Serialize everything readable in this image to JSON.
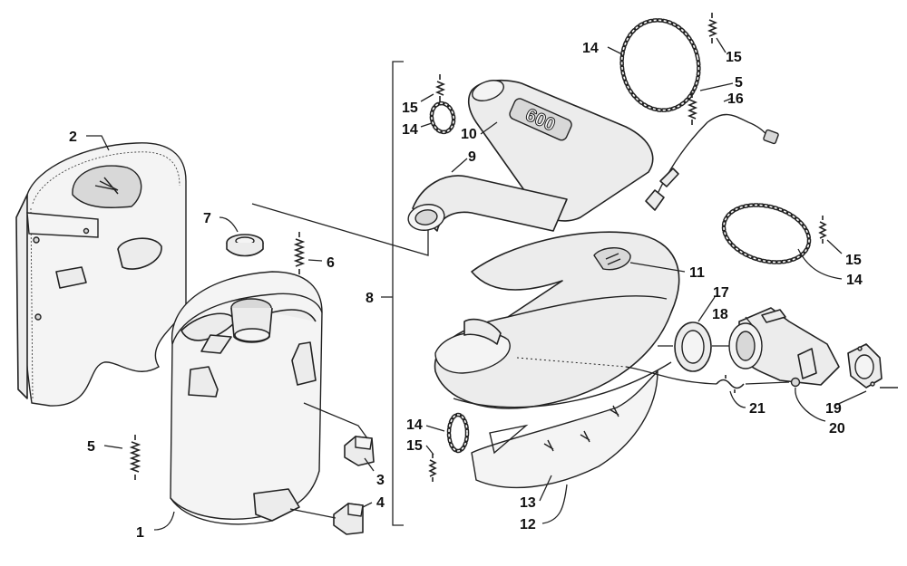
{
  "callouts": {
    "c1": "1",
    "c2": "2",
    "c3": "3",
    "c4": "4",
    "c5a": "5",
    "c5b": "5",
    "c6": "6",
    "c7": "7",
    "c8": "8",
    "c9": "9",
    "c10": "10",
    "c11": "11",
    "c12": "12",
    "c13": "13",
    "c14a": "14",
    "c14b": "14",
    "c14c": "14",
    "c14d": "14",
    "c15a": "15",
    "c15b": "15",
    "c15c": "15",
    "c15d": "15",
    "c16": "16",
    "c17": "17",
    "c18": "18",
    "c19": "19",
    "c20": "20",
    "c21": "21"
  },
  "muffler_logo": "600"
}
